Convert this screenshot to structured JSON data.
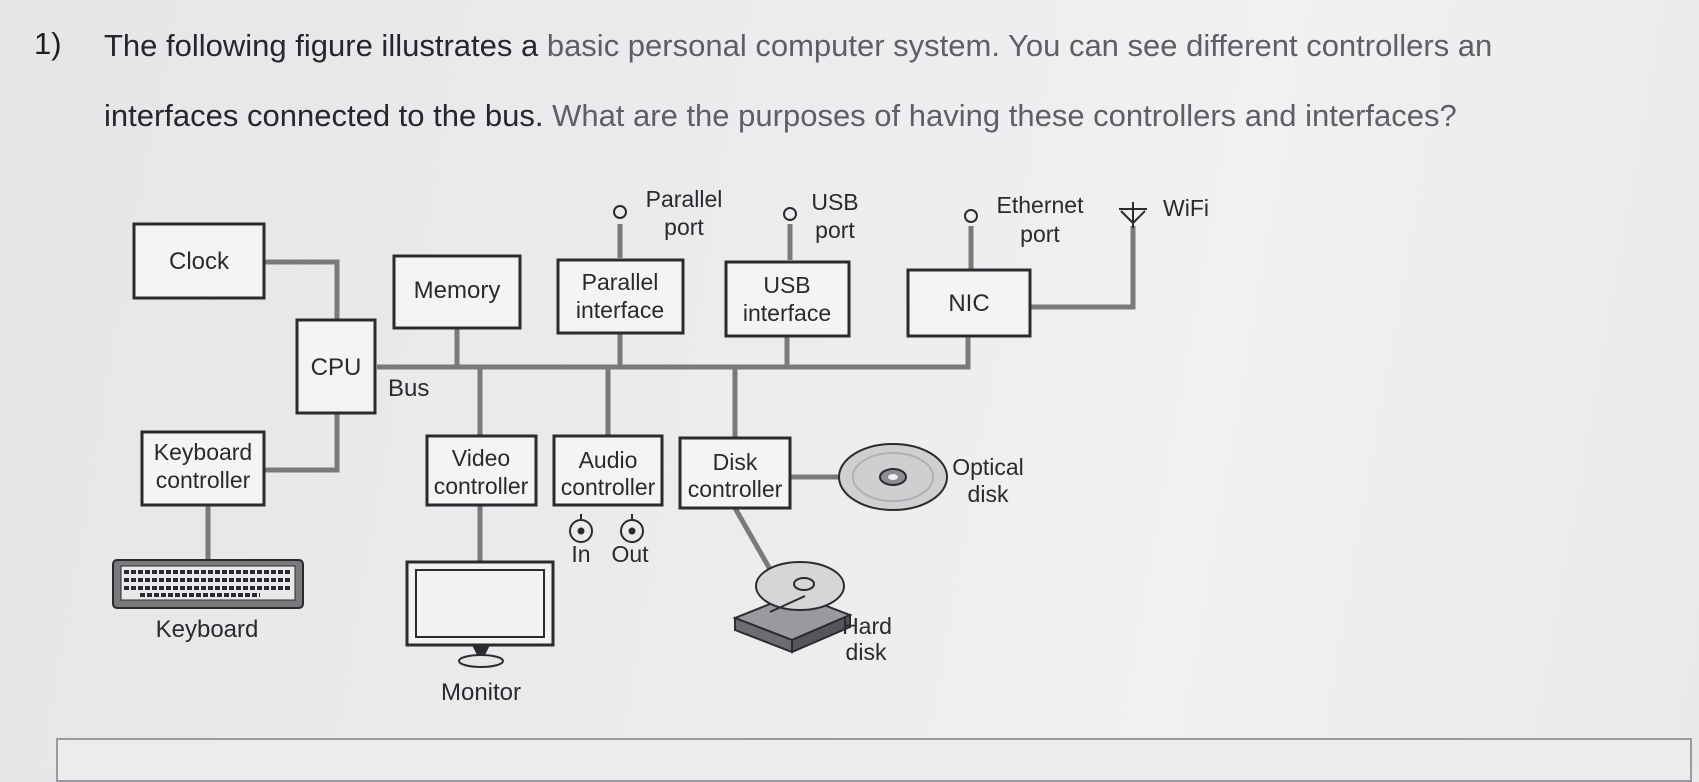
{
  "question": {
    "number": "1)",
    "line1_dark": "The following figure illustrates a ",
    "line1_light": "basic personal computer system. You can see different controllers an",
    "line2_dark": "interfaces connected to the bus. ",
    "line2_light": "What are the purposes of having these controllers and interfaces?"
  },
  "diagram": {
    "clock": "Clock",
    "cpu": "CPU",
    "memory": "Memory",
    "parallel_interface": [
      "Parallel",
      "interface"
    ],
    "usb_interface": [
      "USB",
      "interface"
    ],
    "nic": "NIC",
    "bus": "Bus",
    "keyboard_controller": [
      "Keyboard",
      "controller"
    ],
    "video_controller": [
      "Video",
      "controller"
    ],
    "audio_controller": [
      "Audio",
      "controller"
    ],
    "disk_controller": [
      "Disk",
      "controller"
    ],
    "parallel_port": [
      "Parallel",
      "port"
    ],
    "usb_port": [
      "USB",
      "port"
    ],
    "ethernet_port": [
      "Ethernet",
      "port"
    ],
    "wifi": "WiFi",
    "audio_in": "In",
    "audio_out": "Out",
    "optical_disk": [
      "Optical",
      "disk"
    ],
    "hard_disk": [
      "Hard",
      "disk"
    ],
    "keyboard": "Keyboard",
    "monitor": "Monitor"
  }
}
